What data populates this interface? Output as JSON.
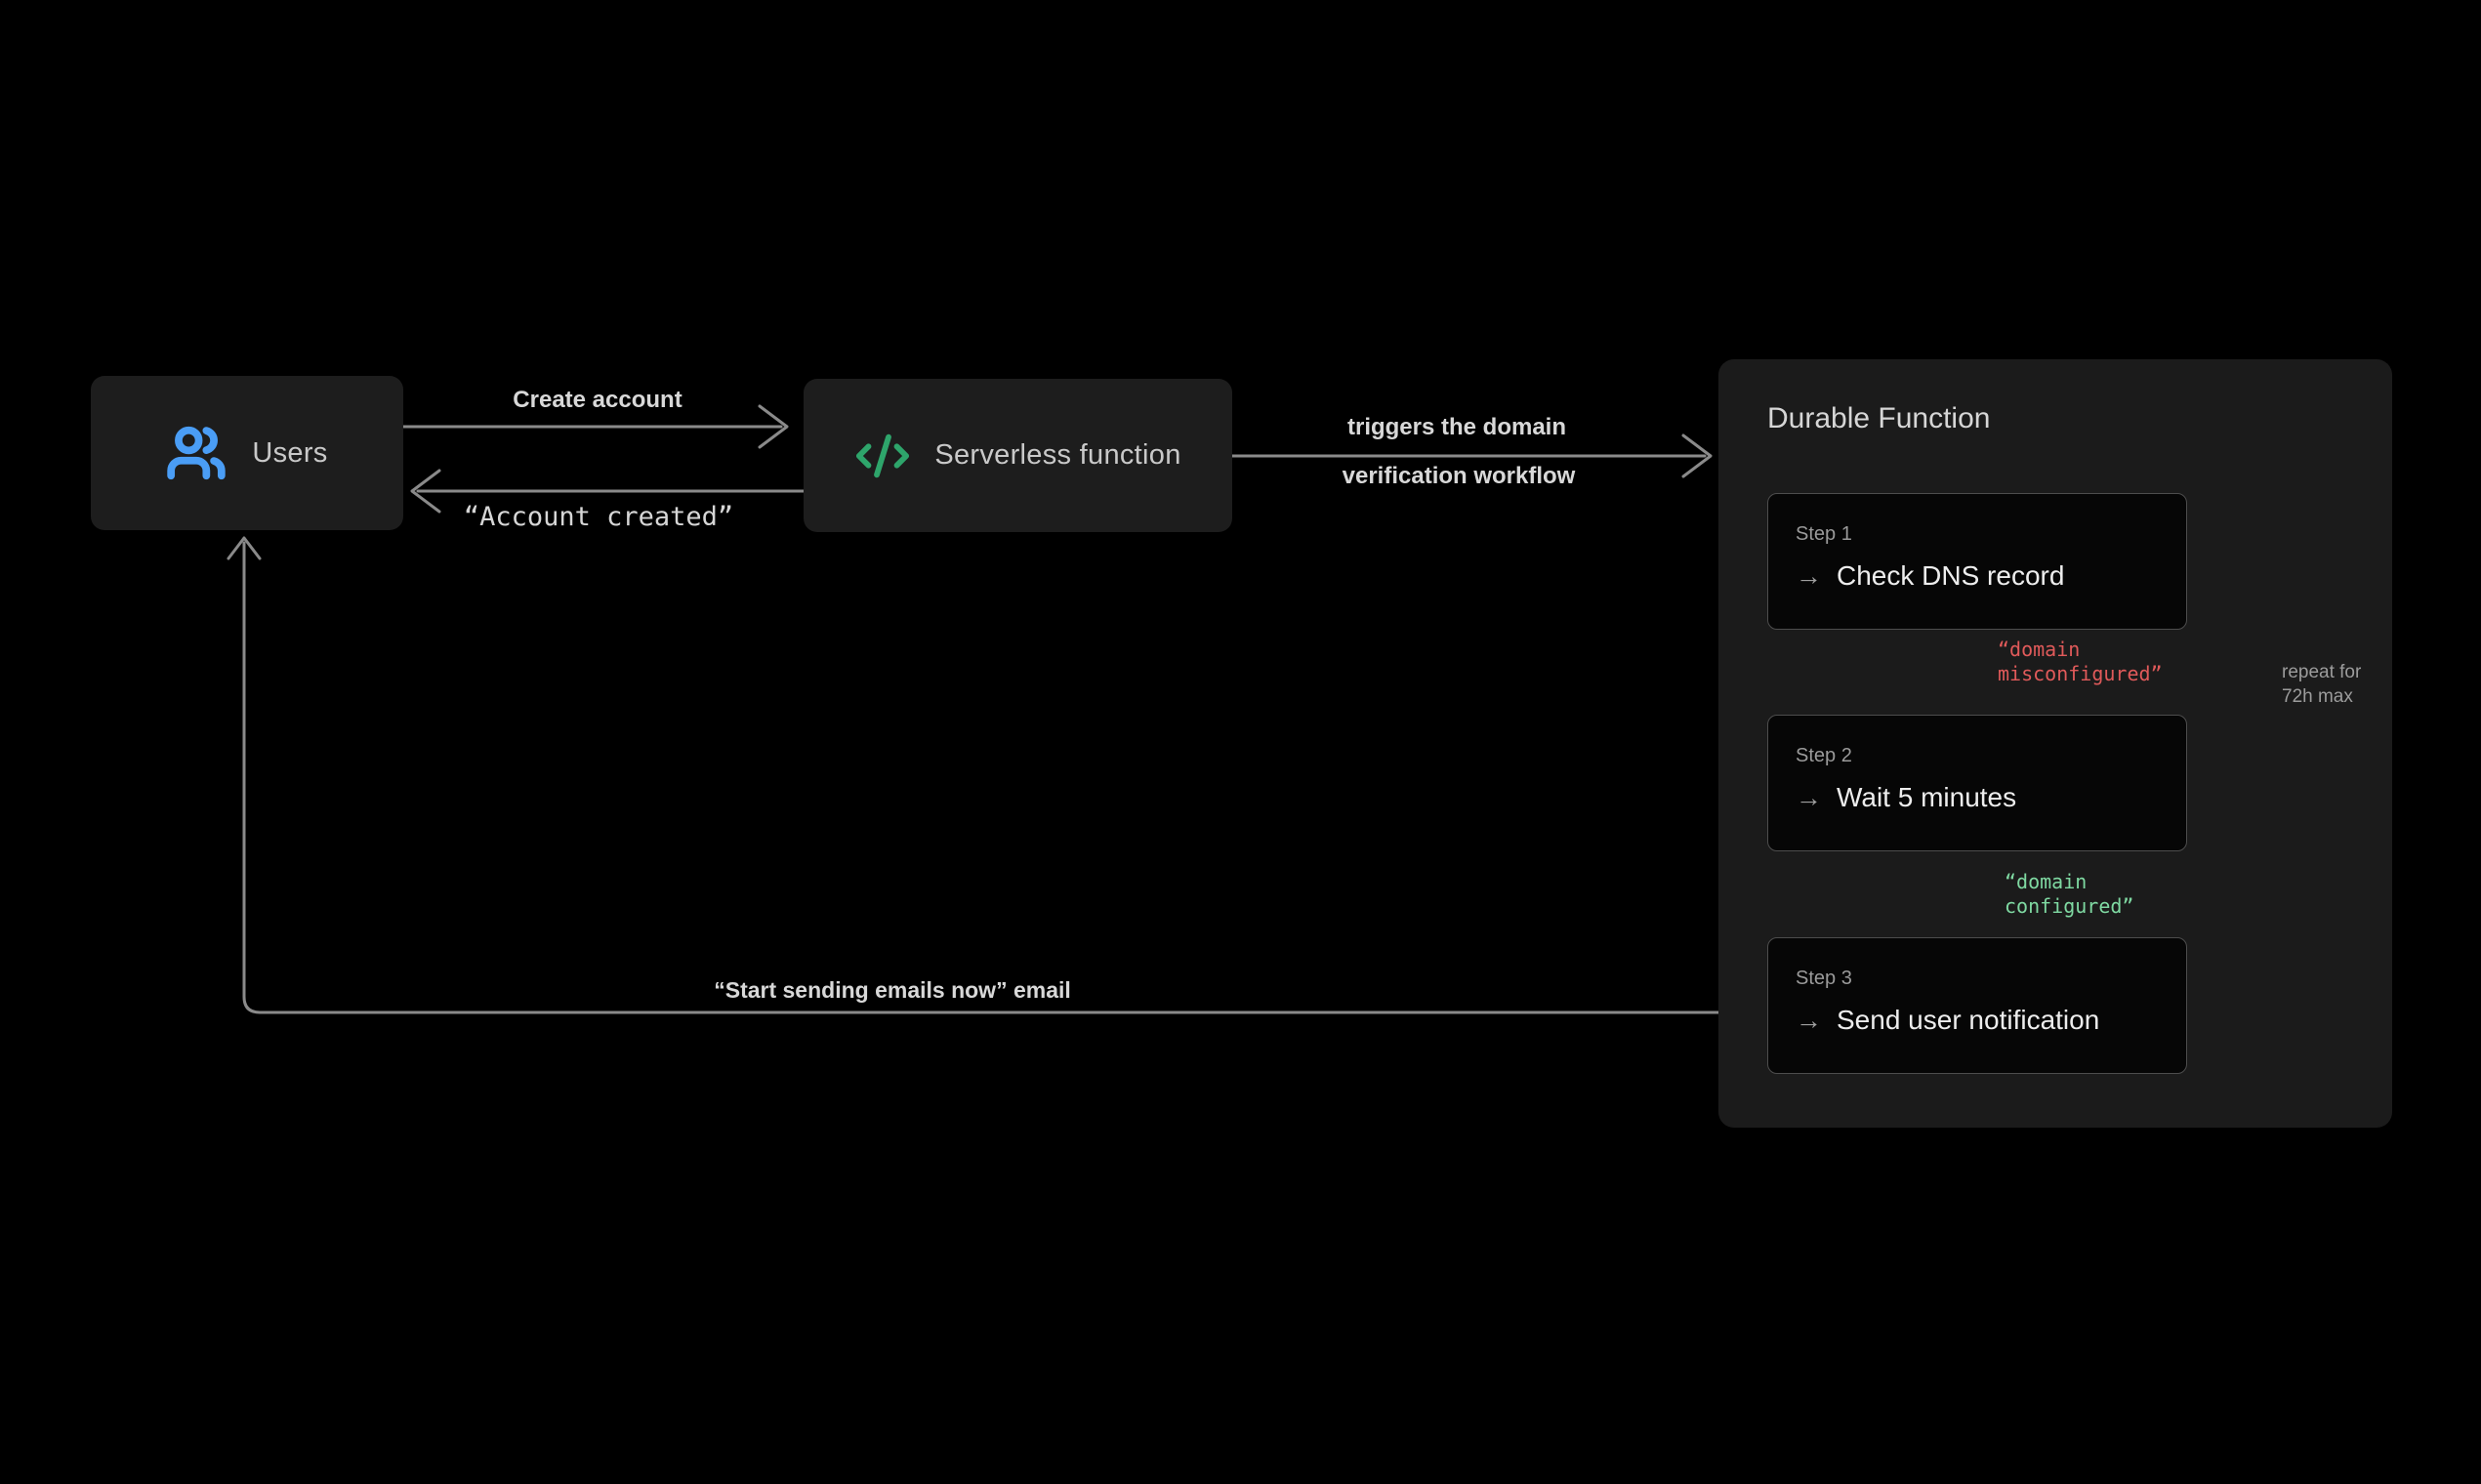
{
  "diagram": {
    "users": {
      "label": "Users",
      "icon": "users-icon"
    },
    "serverless": {
      "label": "Serverless function",
      "icon": "code-icon"
    },
    "durable": {
      "title": "Durable Function",
      "steps": [
        {
          "label": "Step 1",
          "action": "Check DNS record"
        },
        {
          "label": "Step 2",
          "action": "Wait 5 minutes"
        },
        {
          "label": "Step 3",
          "action": "Send user notification"
        }
      ],
      "repeat_note": {
        "lines": [
          "repeat for",
          "72h max"
        ]
      }
    },
    "edges": {
      "create_account": {
        "label": "Create account"
      },
      "account_created": {
        "label": "“Account created”"
      },
      "triggers": {
        "lines": [
          "triggers the domain",
          "verification workflow"
        ]
      },
      "domain_misconfigured": {
        "lines": [
          "“domain",
          "misconfigured”"
        ]
      },
      "domain_configured": {
        "lines": [
          "“domain",
          "configured”"
        ]
      },
      "start_sending_email": {
        "label": "“Start sending emails now” email"
      }
    },
    "glyphs": {
      "step_arrow": "→"
    },
    "colors": {
      "background": "#000000",
      "node_fill": "#1d1d1d",
      "panel_fill": "#1b1b1b",
      "step_fill": "#060606",
      "step_border": "#4d4d4d",
      "line": "#8a8a8a",
      "accent_blue": "#4a9df5",
      "accent_green": "#2ea56b",
      "status_red": "#e05a5a",
      "status_green": "#7fd9a2",
      "text_primary": "#ededed",
      "text_secondary": "#9a9a9a",
      "text_label": "#d8d8d8"
    }
  }
}
